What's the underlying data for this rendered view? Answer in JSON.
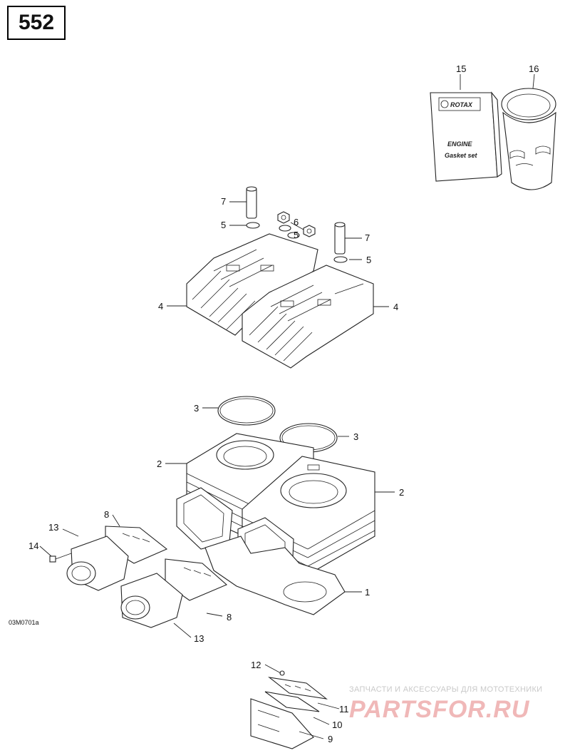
{
  "page_number": "552",
  "figure_code": "03M0701a",
  "booklet": {
    "brand": "ROTAX",
    "line1": "ENGINE",
    "line2": "Gasket set"
  },
  "callouts": {
    "c1": "1",
    "c2a": "2",
    "c2b": "2",
    "c3a": "3",
    "c3b": "3",
    "c4a": "4",
    "c4b": "4",
    "c5a": "5",
    "c5b": "5",
    "c5c": "5",
    "c6": "6",
    "c7a": "7",
    "c7b": "7",
    "c8a": "8",
    "c8b": "8",
    "c9": "9",
    "c10": "10",
    "c11": "11",
    "c12": "12",
    "c13a": "13",
    "c13b": "13",
    "c14": "14",
    "c15": "15",
    "c16": "16"
  },
  "watermark": {
    "caption": "ЗАПЧАСТИ И АКСЕССУАРЫ ДЛЯ МОТОТЕХНИКИ",
    "brand": "PARTSFOR.RU"
  },
  "colors": {
    "line": "#222222",
    "watermark": "#f0b8b8"
  }
}
